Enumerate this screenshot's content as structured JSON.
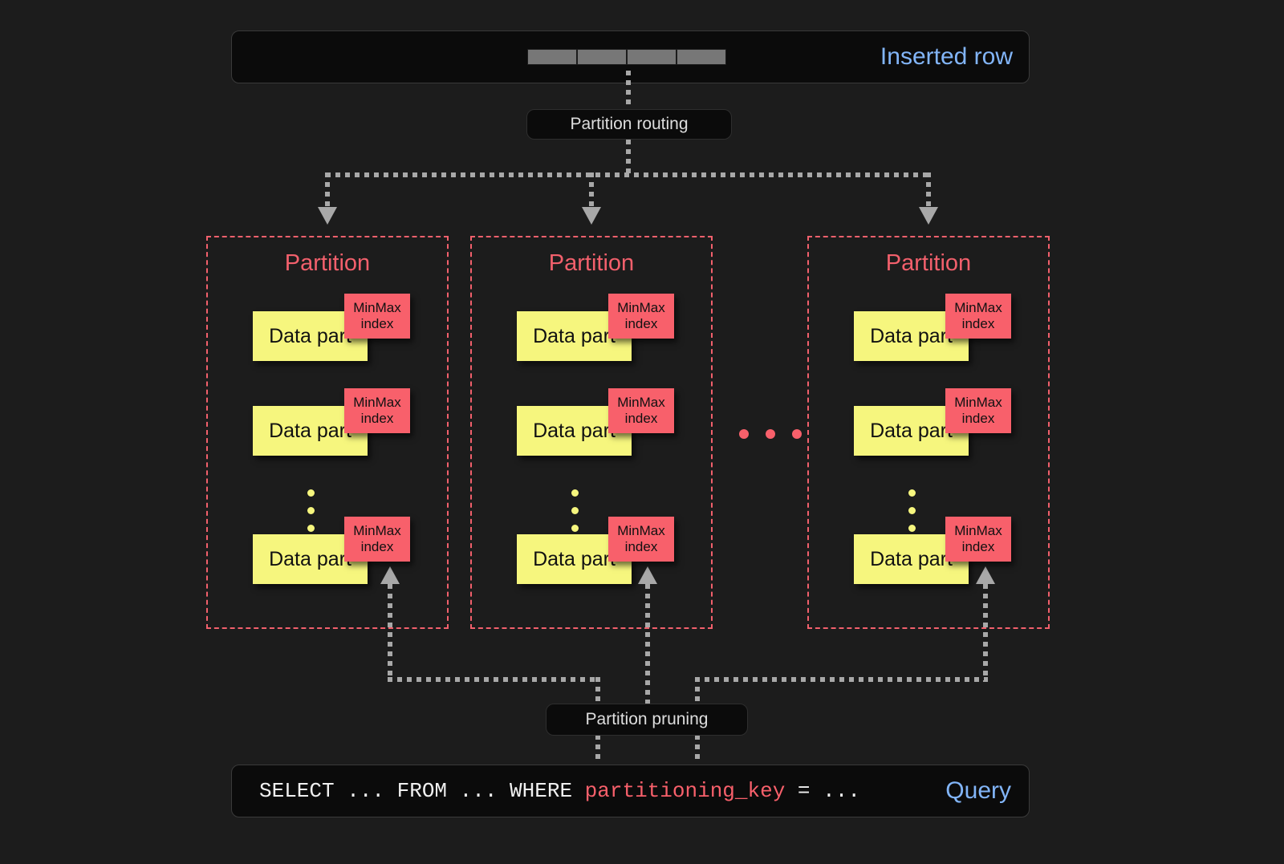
{
  "canvas": {
    "background": "#1c1c1c",
    "accent_red": "#f8606b",
    "accent_yellow": "#f6f67e",
    "accent_blue": "#82b5f8",
    "connector_gray": "#a8a8a8"
  },
  "inserted_row": {
    "label": "Inserted row",
    "cells": [
      "",
      "",
      "",
      ""
    ]
  },
  "routing": {
    "label": "Partition routing"
  },
  "pruning": {
    "label": "Partition pruning"
  },
  "partitions": [
    {
      "title": "Partition",
      "parts": [
        {
          "label": "Data part",
          "index_line1": "MinMax",
          "index_line2": "index"
        },
        {
          "label": "Data part",
          "index_line1": "MinMax",
          "index_line2": "index"
        },
        {
          "label": "Data part",
          "index_line1": "MinMax",
          "index_line2": "index"
        }
      ],
      "ellipsis_dots": 3
    },
    {
      "title": "Partition",
      "parts": [
        {
          "label": "Data part",
          "index_line1": "MinMax",
          "index_line2": "index"
        },
        {
          "label": "Data part",
          "index_line1": "MinMax",
          "index_line2": "index"
        },
        {
          "label": "Data part",
          "index_line1": "MinMax",
          "index_line2": "index"
        }
      ],
      "ellipsis_dots": 3
    },
    {
      "title": "Partition",
      "parts": [
        {
          "label": "Data part",
          "index_line1": "MinMax",
          "index_line2": "index"
        },
        {
          "label": "Data part",
          "index_line1": "MinMax",
          "index_line2": "index"
        },
        {
          "label": "Data part",
          "index_line1": "MinMax",
          "index_line2": "index"
        }
      ],
      "ellipsis_dots": 3
    }
  ],
  "partitions_ellipsis_dots": 3,
  "query": {
    "prefix": "SELECT ... FROM ... WHERE ",
    "key": "partitioning_key",
    "suffix": " = ...",
    "label": "Query"
  }
}
